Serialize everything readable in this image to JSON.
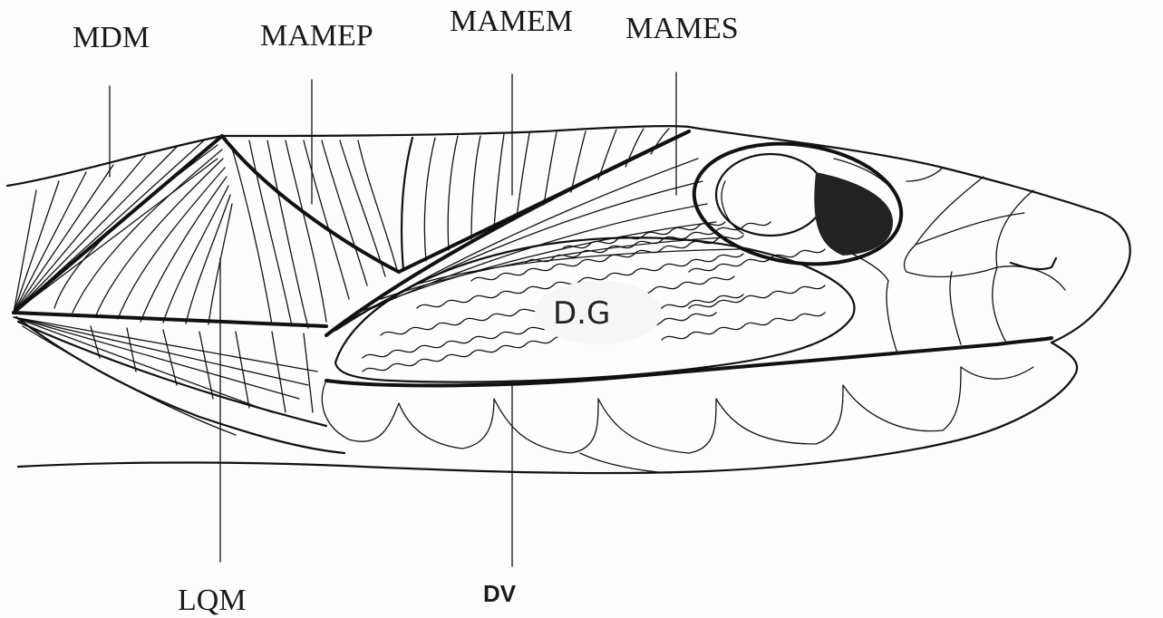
{
  "figure": {
    "labels": {
      "mdm": "MDM",
      "mamep": "MAMEP",
      "mamem": "MAMEM",
      "mames": "MAMES",
      "lqm": "LQM",
      "dv": "DV",
      "gland": "D.G"
    }
  }
}
